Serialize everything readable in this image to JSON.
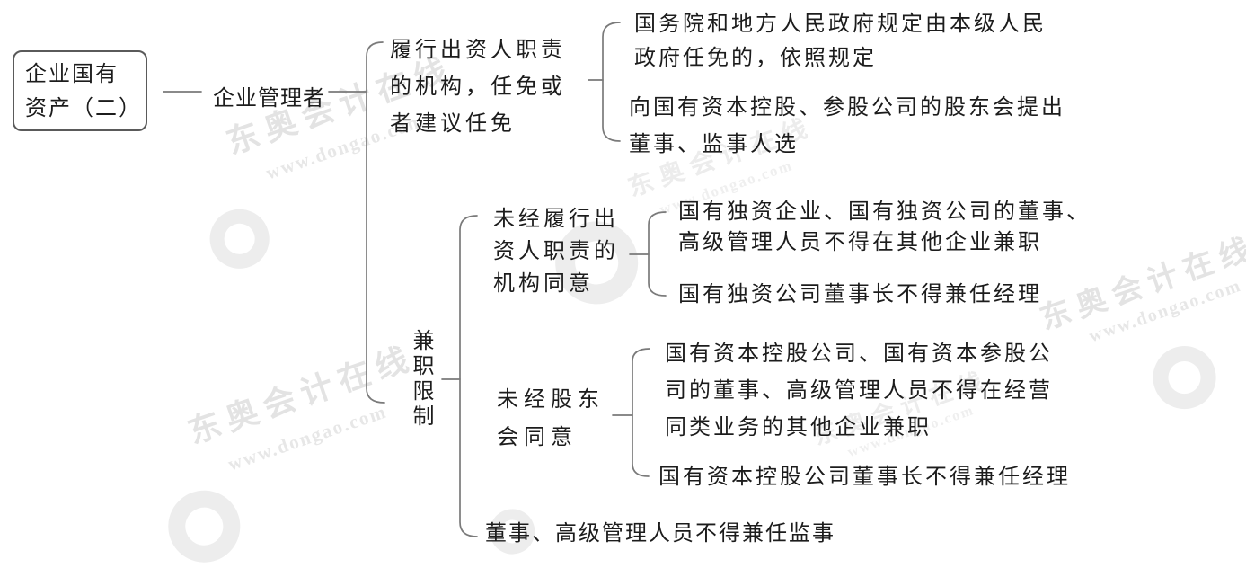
{
  "palette": {
    "background": "#ffffff",
    "line": "#7a7a7a",
    "text": "#1c1c1c",
    "box_border": "#5a5a5a",
    "watermark": "#e3e3e3"
  },
  "nodes": {
    "root": "企业国有\n资产（二）",
    "manager": "企业管理者",
    "appoint_org": "履行出资人职责\n的机构，任免或\n者建议任免",
    "gov_rule": "国务院和地方人民政府规定由本级人民\n政府任免的，依照规定",
    "propose_candidates": "向国有资本控股、参股公司的股东会提出\n董事、监事人选",
    "part_time_limit": "兼职限制",
    "no_org_consent": "未经履行出\n资人职责的\n机构同意",
    "solely_owned_rule": "国有独资企业、国有独资公司的董事、\n高级管理人员不得在其他企业兼职",
    "solely_owned_chairman": "国有独资公司董事长不得兼任经理",
    "no_shareholder_consent": "未经股东\n会同意",
    "holding_rule": "国有资本控股公司、国有资本参股公\n司的董事、高级管理人员不得在经营\n同类业务的其他企业兼职",
    "holding_chairman": "国有资本控股公司董事长不得兼任经理",
    "supervisor_ban": "董事、高级管理人员不得兼任监事"
  },
  "watermark": {
    "brand": "东奥会计在线",
    "url": "www.dongao.com"
  }
}
